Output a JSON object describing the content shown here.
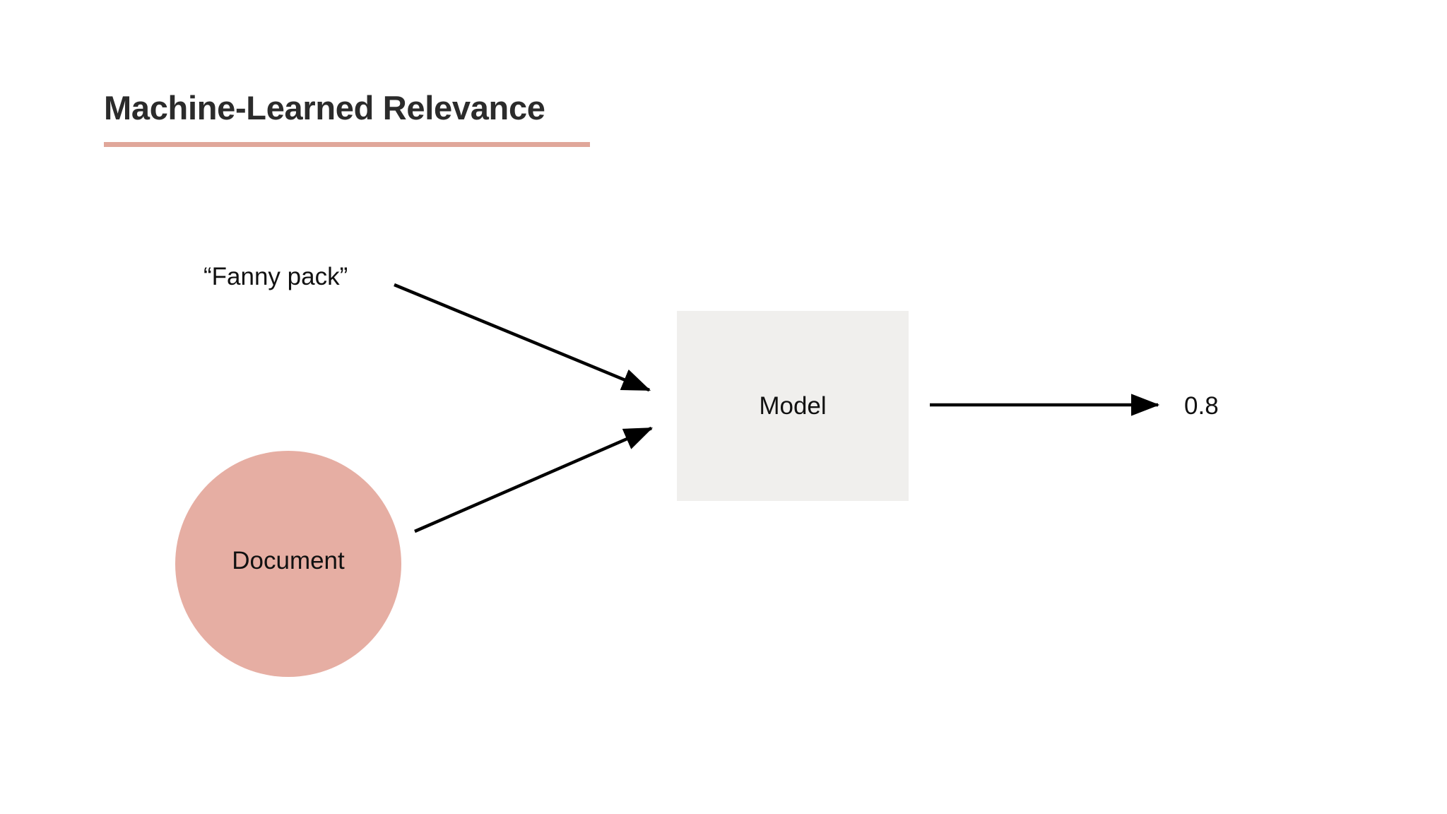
{
  "slide": {
    "background_color": "#ffffff",
    "title": "Machine-Learned Relevance",
    "title_color": "#2b2b2b",
    "accent_color": "#e0a79a"
  },
  "diagram": {
    "type": "flow-diagram",
    "nodes": {
      "query": {
        "label": "“Fanny pack”",
        "shape": "text",
        "text_color": "#111111"
      },
      "document": {
        "label": "Document",
        "shape": "circle",
        "fill_color": "#e6aea3",
        "text_color": "#111111"
      },
      "model": {
        "label": "Model",
        "shape": "rectangle",
        "fill_color": "#f0efed",
        "text_color": "#111111"
      },
      "score": {
        "label": "0.8",
        "shape": "text",
        "text_color": "#111111"
      }
    },
    "edges": [
      {
        "from": "query",
        "to": "model",
        "style": "arrow",
        "color": "#000000"
      },
      {
        "from": "document",
        "to": "model",
        "style": "arrow",
        "color": "#000000"
      },
      {
        "from": "model",
        "to": "score",
        "style": "arrow",
        "color": "#000000"
      }
    ]
  }
}
